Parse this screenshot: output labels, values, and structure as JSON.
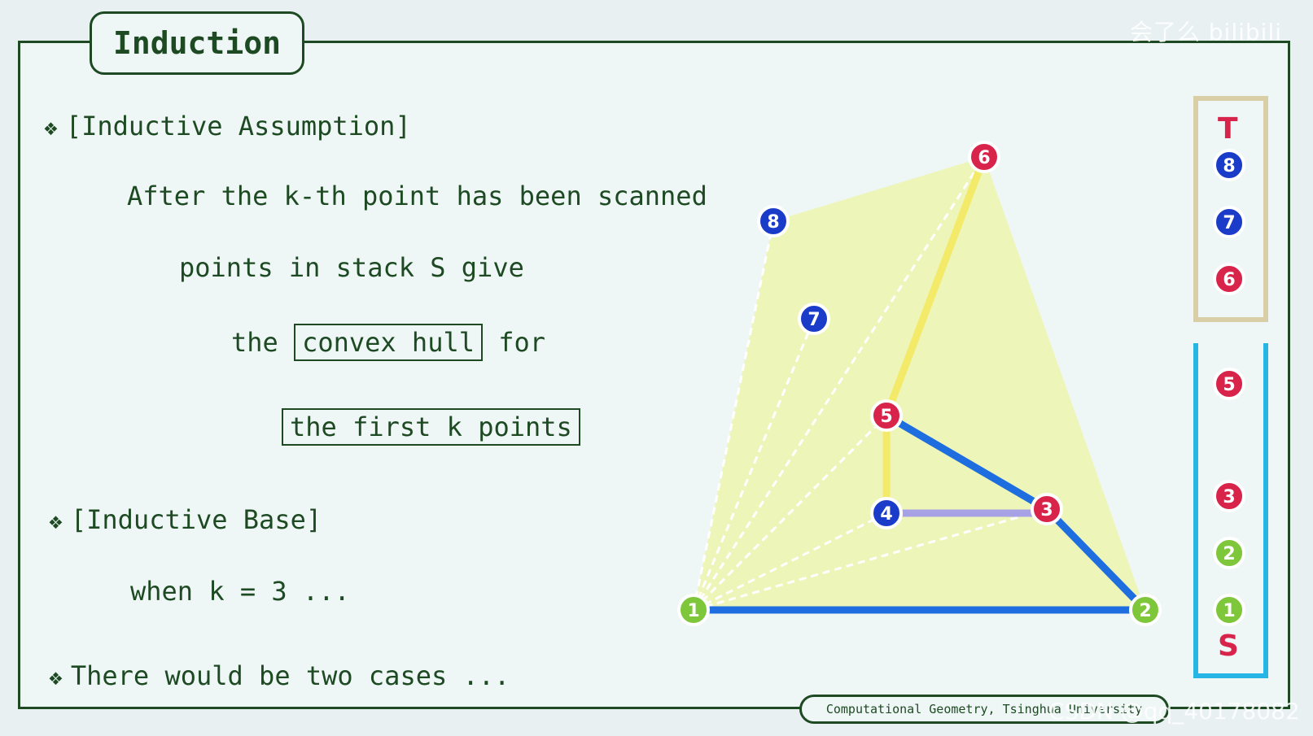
{
  "title": "Induction",
  "watermark": "会了么 bilibili",
  "bullets": {
    "assumption": "[Inductive Assumption]",
    "base": "[Inductive Base]",
    "cases": "There would be two cases ..."
  },
  "assumption_lines": {
    "line1": "After the k-th point has been scanned",
    "line2": "points in stack S give",
    "line3_pre": "the",
    "line3_box": "convex hull",
    "line3_post": "for",
    "line4_box": "the first k points"
  },
  "base_line": "when k = 3 ...",
  "footer": "Computational Geometry, Tsinghua University",
  "csdn": "CSDN @qq_40178082",
  "stack_T_label": "T",
  "stack_S_label": "S",
  "stack_T_items": [
    "8",
    "7",
    "6"
  ],
  "stack_S_items": [
    "5",
    "3",
    "2",
    "1"
  ],
  "points": [
    "1",
    "2",
    "3",
    "4",
    "5",
    "6",
    "7",
    "8"
  ],
  "colors": {
    "dark_green": "#1d4a22",
    "hull_fill": "#eef5b8",
    "blue_edge": "#1e6ee0",
    "yellow_edge": "#f3ea6a",
    "purple_edge": "#a7a2e6",
    "red_node": "#d8234a",
    "blue_node": "#1a3cc8",
    "green_node": "#7ec63a",
    "stack_T_border": "#d9cfa6",
    "stack_S_border": "#27b5e6"
  }
}
